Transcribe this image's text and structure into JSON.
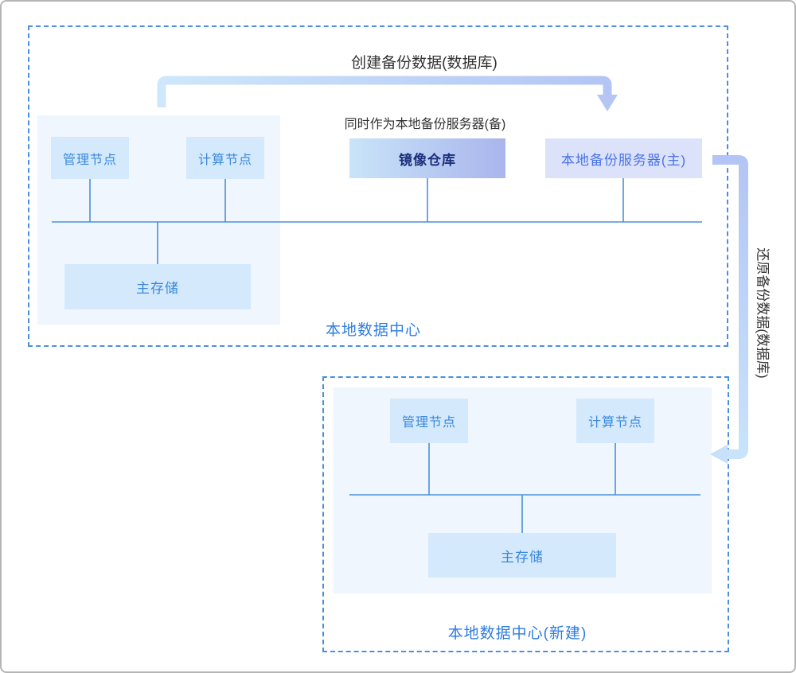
{
  "diagram": {
    "annotations": {
      "create_backup": "创建备份数据(数据库)",
      "standby_note": "同时作为本地备份服务器(备)",
      "restore_backup": "还原备份数据(数据库)"
    },
    "datacenter_primary": {
      "label": "本地数据中心",
      "nodes": {
        "management": "管理节点",
        "compute": "计算节点",
        "mirror_repo": "镜像仓库",
        "backup_server": "本地备份服务器(主)",
        "primary_storage": "主存储"
      }
    },
    "datacenter_new": {
      "label": "本地数据中心(新建)",
      "nodes": {
        "management": "管理节点",
        "compute": "计算节点",
        "primary_storage": "主存储"
      }
    },
    "colors": {
      "dashed_border": "#4a90e2",
      "panel_bg": "#f0f6fd",
      "node_bg": "#d4eafc",
      "node_text": "#3a87dd",
      "mirror_gradient_start": "#c9e4f9",
      "mirror_gradient_end": "#a9b5ec",
      "mirror_text": "#1b2f7a",
      "backup_server_bg": "#dbe2f9",
      "backup_server_text": "#4a72e8",
      "bus_line": "#4a90d9",
      "arrow_light_blue": "#cee7fb",
      "arrow_periwinkle": "#b3c5f4",
      "dc_label_text": "#2e7ce0",
      "annotation_text": "#333333",
      "outer_border": "#b5b5b5"
    }
  }
}
